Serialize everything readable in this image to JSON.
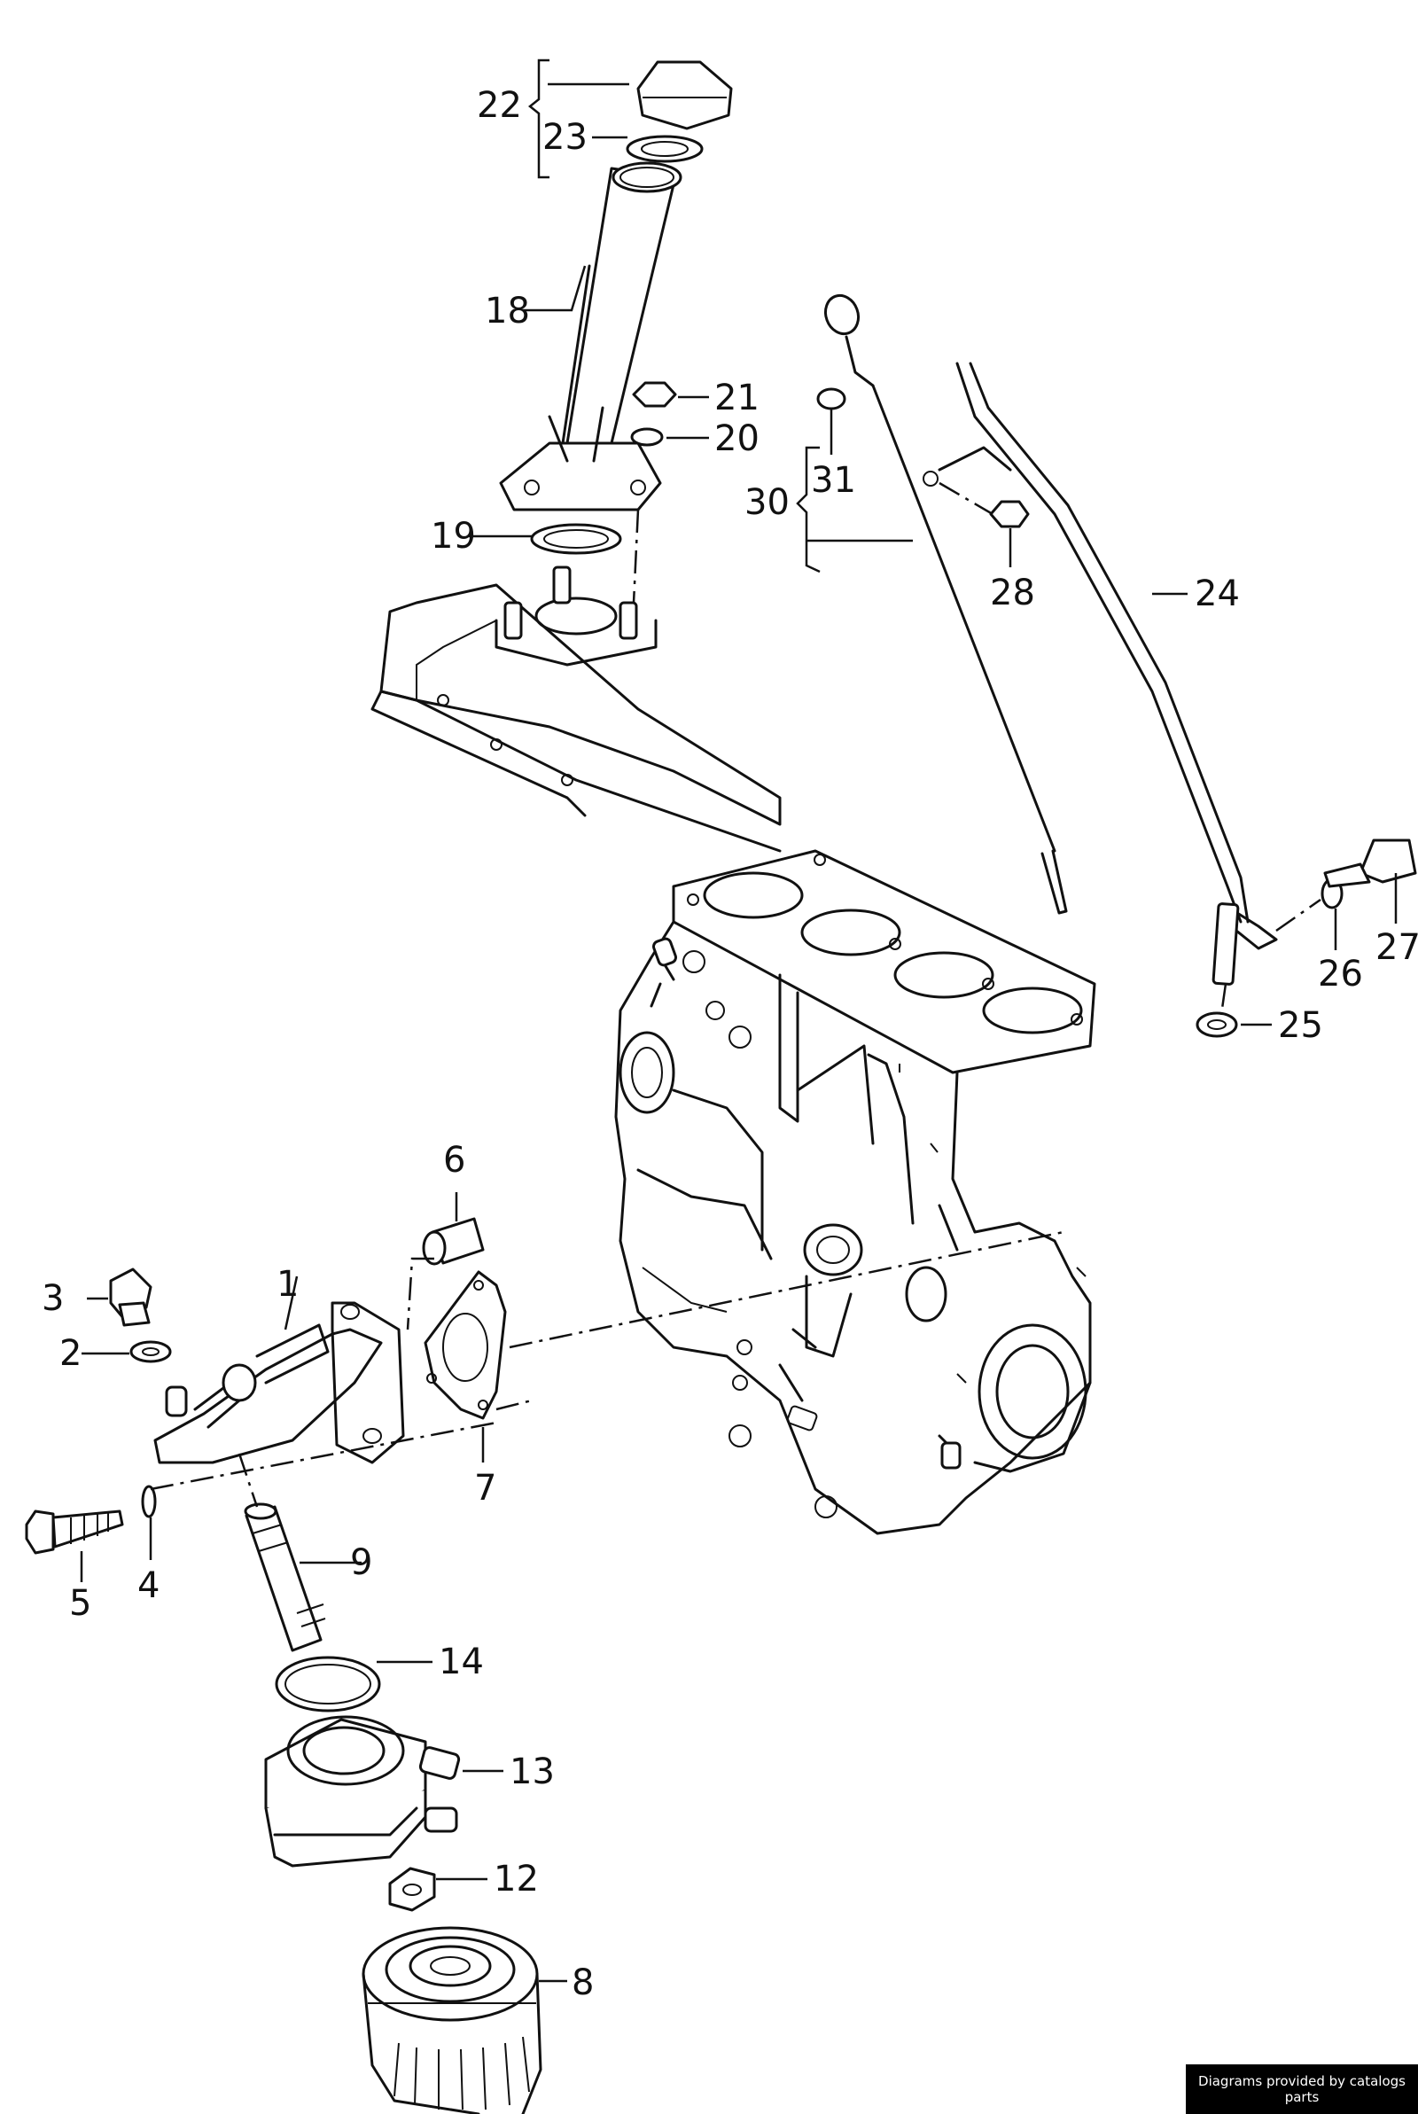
{
  "diagram": {
    "callouts": {
      "c1": "1",
      "c2": "2",
      "c3": "3",
      "c4": "4",
      "c5": "5",
      "c6": "6",
      "c7": "7",
      "c8": "8",
      "c9": "9",
      "c12": "12",
      "c13": "13",
      "c14": "14",
      "c18": "18",
      "c19": "19",
      "c20": "20",
      "c21": "21",
      "c22": "22",
      "c23": "23",
      "c24": "24",
      "c25": "25",
      "c26": "26",
      "c27": "27",
      "c28": "28",
      "c30": "30",
      "c31": "31"
    }
  },
  "footer": {
    "credit": "Diagrams provided by catalogs parts"
  }
}
